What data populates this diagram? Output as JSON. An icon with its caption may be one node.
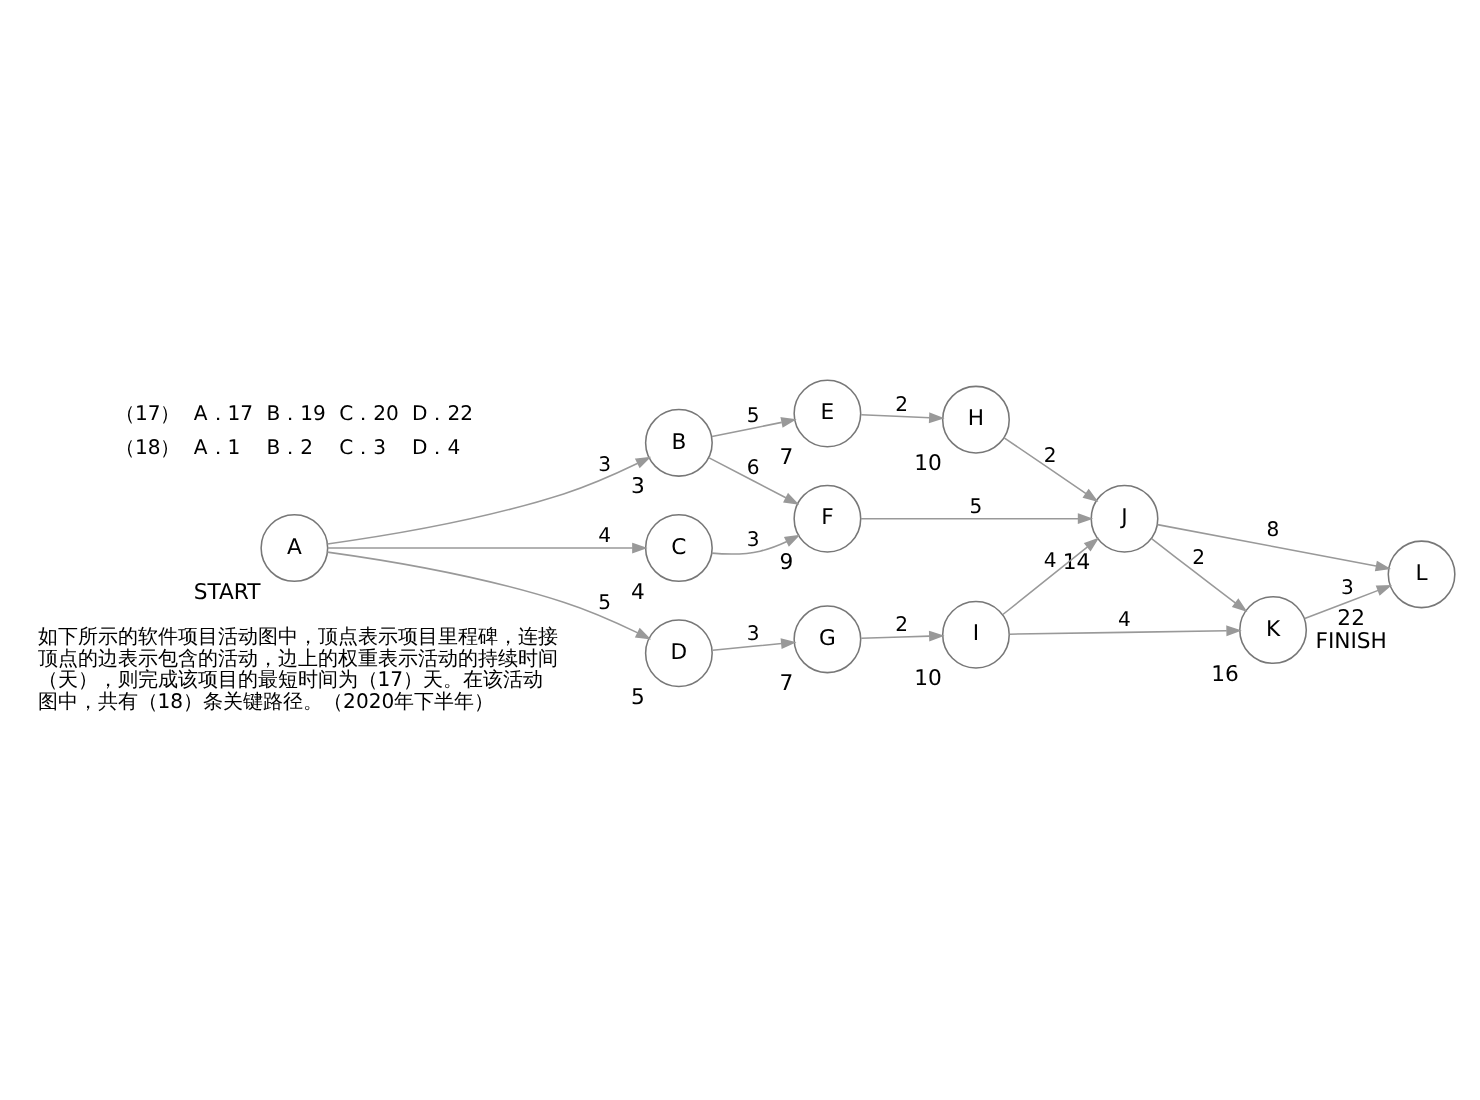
{
  "diagram": {
    "nodes": [
      {
        "text": [
          "A"
        ],
        "beside": [
          "START"
        ]
      },
      {
        "text": [
          "B"
        ],
        "beside": [
          "3"
        ]
      },
      {
        "text": [
          "C"
        ],
        "beside": [
          "4"
        ]
      },
      {
        "text": [
          "D"
        ],
        "beside": [
          "5"
        ]
      },
      {
        "text": [
          "E"
        ],
        "beside": [
          "7"
        ]
      },
      {
        "text": [
          "F"
        ],
        "beside": [
          "9"
        ]
      },
      {
        "text": [
          "G"
        ],
        "beside": [
          "7"
        ]
      },
      {
        "text": [
          "H"
        ],
        "beside": [
          "10"
        ]
      },
      {
        "text": [
          "I"
        ],
        "beside": [
          "10"
        ]
      },
      {
        "text": [
          "J"
        ],
        "beside": [
          "14"
        ]
      },
      {
        "text": [
          "K"
        ],
        "beside": [
          "16"
        ]
      },
      {
        "text": [
          "L"
        ],
        "beside": [
          "22",
          "FINISH"
        ]
      }
    ],
    "edges": [
      {
        "from": 0,
        "to": 1,
        "arrow": "to",
        "label": "3"
      },
      {
        "from": 0,
        "to": 2,
        "arrow": "to",
        "label": "4"
      },
      {
        "from": 0,
        "to": 3,
        "arrow": "to",
        "label": "5"
      },
      {
        "from": 1,
        "to": 4,
        "arrow": "to",
        "label": "5"
      },
      {
        "from": 1,
        "to": 5,
        "arrow": "to",
        "label": "6"
      },
      {
        "from": 2,
        "to": 5,
        "arrow": "to",
        "label": "3"
      },
      {
        "from": 3,
        "to": 6,
        "arrow": "to",
        "label": "3"
      },
      {
        "from": 4,
        "to": 7,
        "arrow": "to",
        "label": "2"
      },
      {
        "from": 5,
        "to": 9,
        "arrow": "to",
        "label": "5"
      },
      {
        "from": 6,
        "to": 8,
        "arrow": "to",
        "label": "2"
      },
      {
        "from": 7,
        "to": 9,
        "arrow": "to",
        "label": "2"
      },
      {
        "from": 8,
        "to": 9,
        "arrow": "to",
        "label": "4"
      },
      {
        "from": 8,
        "to": 10,
        "arrow": "to",
        "label": "4"
      },
      {
        "from": 9,
        "to": 11,
        "arrow": "to",
        "label": "8"
      },
      {
        "from": 9,
        "to": 10,
        "arrow": "to",
        "label": "2"
      },
      {
        "from": 10,
        "to": 11,
        "arrow": "to",
        "label": "3"
      }
    ],
    "labels": [
      "如下所示的软件项目活动图中，顶点表示项目里程碑，连接顶点的边表示包含的活动，边上的权重表示活动的持续时间（天），则完成该项目的最短时间为（17）天。在该活动图中，共有（18）条关键路径。（2020年下半年）",
      "（17）",
      "A．17",
      "B．19",
      "C．20",
      "D．22",
      "（18）",
      "A．1",
      "B．2",
      "C．3",
      "D．4"
    ]
  }
}
